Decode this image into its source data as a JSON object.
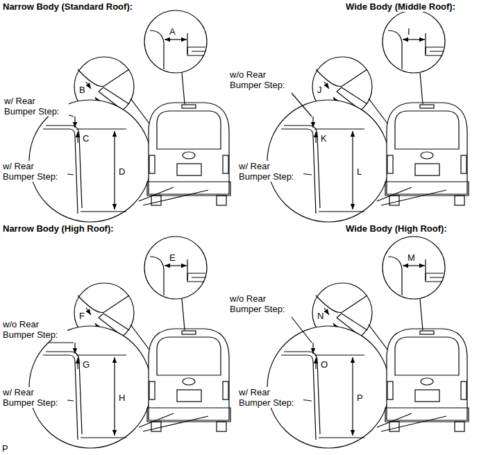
{
  "diagram": {
    "labels": [
      "Narrow Body (Standard Roof):",
      "A",
      "B",
      "w/ Rear Bumper Step:",
      "C",
      "w/ Rear Bumper Step:",
      "D",
      "Wide Body (Middle Roof):",
      "I",
      "w/o Rear Bumper Step:",
      "J",
      "K",
      "w/ Rear Bumper Step:",
      "L",
      "Narrow Body (High Roof):",
      "E",
      "w/o Rear Bumper Step:",
      "F",
      "G",
      "w/ Rear Bumper Step:",
      "H",
      "Wide Body (High Roof):",
      "M",
      "w/o Rear Bumper Step:",
      "N",
      "O",
      "w/ Rear Bumper Step:",
      "P",
      "P"
    ]
  }
}
